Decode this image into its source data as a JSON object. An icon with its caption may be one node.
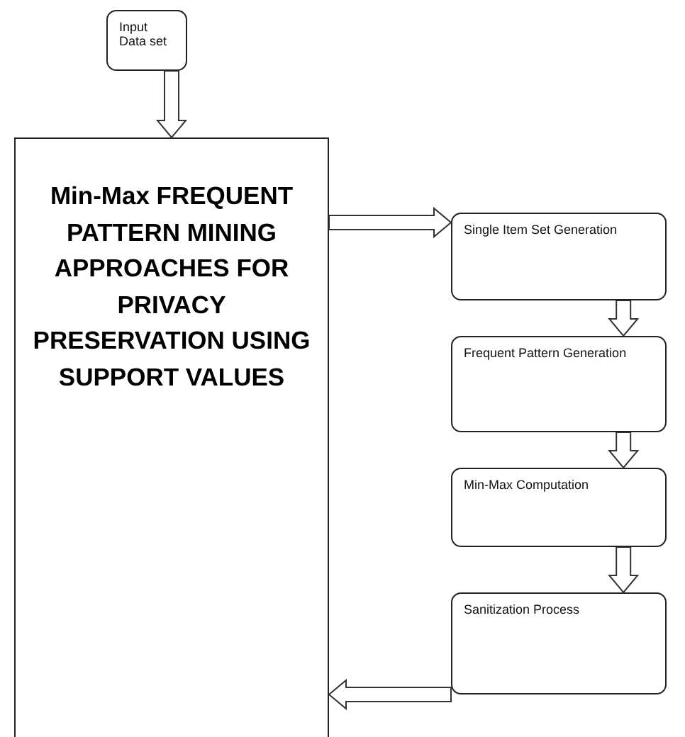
{
  "diagram": {
    "nodes": [
      {
        "text": [
          "Input Data set"
        ]
      },
      {
        "text": [
          "Min-Max FREQUENT PATTERN MINING APPROACHES FOR PRIVACY PRESERVATION USING SUPPORT VALUES"
        ]
      },
      {
        "text": [
          "Single Item Set Generation"
        ]
      },
      {
        "text": [
          "Frequent Pattern Generation"
        ]
      },
      {
        "text": [
          "Min-Max Computation"
        ]
      },
      {
        "text": [
          "Sanitization Process"
        ]
      }
    ],
    "edges": [
      {
        "from": 0,
        "to": 1,
        "arrow": "to"
      },
      {
        "from": 1,
        "to": 2,
        "arrow": "to"
      },
      {
        "from": 2,
        "to": 3,
        "arrow": "to"
      },
      {
        "from": 3,
        "to": 4,
        "arrow": "to"
      },
      {
        "from": 4,
        "to": 5,
        "arrow": "to"
      },
      {
        "from": 5,
        "to": 1,
        "arrow": "to"
      }
    ]
  }
}
